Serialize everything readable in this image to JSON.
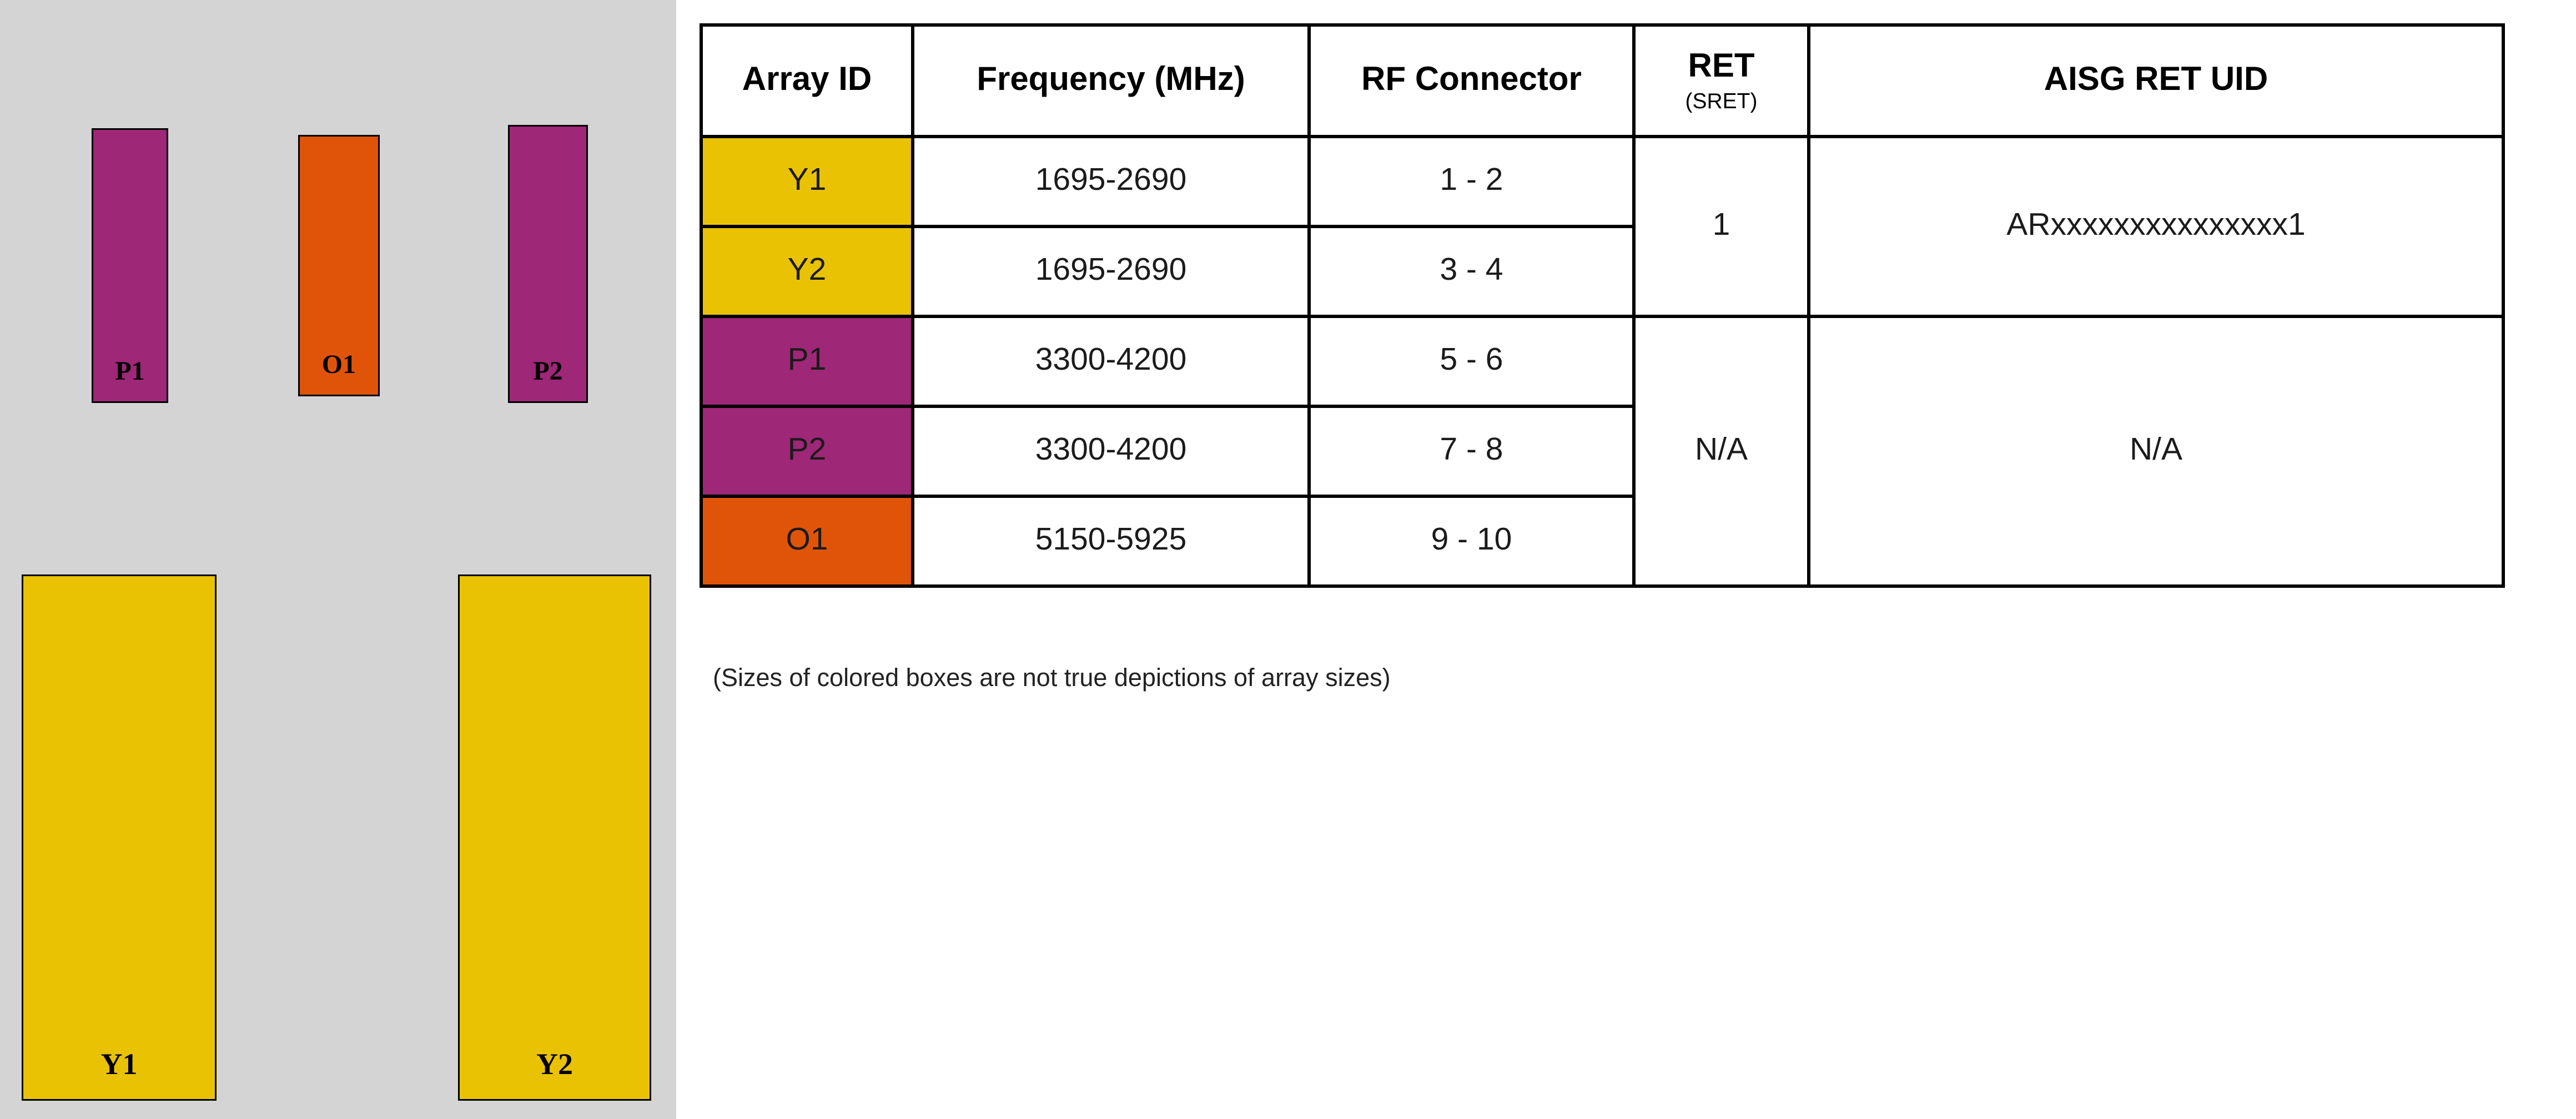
{
  "colors": {
    "panel_gray": "#d4d4d4",
    "yellow": "#e9c303",
    "purple": "#9e2777",
    "orange": "#e0540a"
  },
  "diagram": {
    "arrays": [
      {
        "label": "P1"
      },
      {
        "label": "O1"
      },
      {
        "label": "P2"
      },
      {
        "label": "Y1"
      },
      {
        "label": "Y2"
      }
    ]
  },
  "table": {
    "headers": {
      "array_id": "Array ID",
      "frequency": "Frequency (MHz)",
      "rf_connector": "RF Connector",
      "ret_line1": "RET",
      "ret_line2": "(SRET)",
      "aisg": "AISG RET UID"
    },
    "rows": [
      {
        "array_id": "Y1",
        "frequency": "1695-2690",
        "rf_connector": "1 - 2"
      },
      {
        "array_id": "Y2",
        "frequency": "1695-2690",
        "rf_connector": "3 - 4"
      },
      {
        "array_id": "P1",
        "frequency": "3300-4200",
        "rf_connector": "5 - 6"
      },
      {
        "array_id": "P2",
        "frequency": "3300-4200",
        "rf_connector": "7 - 8"
      },
      {
        "array_id": "O1",
        "frequency": "5150-5925",
        "rf_connector": "9 - 10"
      }
    ],
    "ret_groups": [
      {
        "ret": "1",
        "aisg": "ARxxxxxxxxxxxxxxx1"
      },
      {
        "ret": "N/A",
        "aisg": "N/A"
      }
    ]
  },
  "caption": "(Sizes of colored boxes are not true depictions of array sizes)"
}
